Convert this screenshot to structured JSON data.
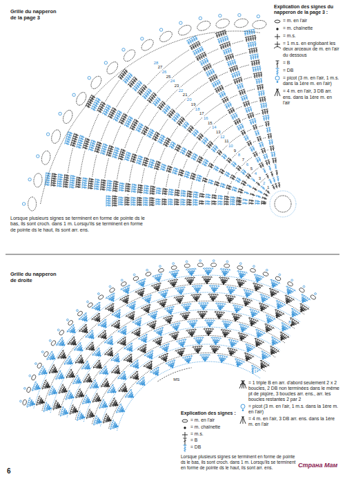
{
  "diagram": {
    "labels": [
      "Grille du napperon de la page 3",
      "Explication des signes du napperon de la page 3 :",
      "Lorsque plusieurs signes se terminent en forme de pointe ds le bas, ils sont croch. dans 1 m. Lorsqu'ils se terminent en forme de pointe ds le haut, ils sont arr. ens.",
      "Grille du napperon de droite",
      "Explication des signes :",
      "Lorsque plusieurs signes se terminent en forme de pointe ds le bas, ils sont croch. dans 1 m. Lorsqu'ils se terminent en forme de pointe ds le haut, ils sont arr. ens.",
      "6",
      "MS",
      "1",
      "8",
      "Страна Мам",
      "1",
      "2",
      "3",
      "4",
      "5",
      "6",
      "7",
      "8",
      "9",
      "10",
      "11",
      "12",
      "13",
      "14",
      "15",
      "16",
      "17",
      "18",
      "19",
      "20",
      "21",
      "22",
      "23",
      "24",
      "25",
      "26",
      "27",
      "28"
    ],
    "legend": [
      {
        "text": "= m. en l'air"
      },
      {
        "text": "= m. chaînette"
      },
      {
        "text": "= m.s."
      },
      {
        "text": "= 1 m.s. en englobant les deux arceaux de m. en l'air du dessous"
      },
      {
        "text": "= B"
      },
      {
        "text": "= DB"
      },
      {
        "text": "= picot (3 m. en l'air, 1 m.s. dans la 1ère m. en l'air)"
      },
      {
        "text": "= 4 m. en l'air, 3 DB arr. ens. dans la 1ère m. en l'air"
      },
      {
        "text": "= 1 triple B en arr. d'abord seulement 2 x 2 boucles, 2 DB non terminées dans le même pt de piqûre, 3 boucles arr. ens., arr. les boucles restantes 2 par 2"
      },
      {
        "text": "= m. en l'air"
      },
      {
        "text": "= m. chaînette"
      },
      {
        "text": "= m.s."
      },
      {
        "text": "= B"
      },
      {
        "text": "= DB"
      },
      {
        "text": "= picot (3 m. en l'air, 1 m.s. dans la 1ère m. en l'air)"
      },
      {
        "text": "= 4 m. en l'air, 3 DB arr. ens. dans la 1ère m. en l'air"
      }
    ]
  }
}
